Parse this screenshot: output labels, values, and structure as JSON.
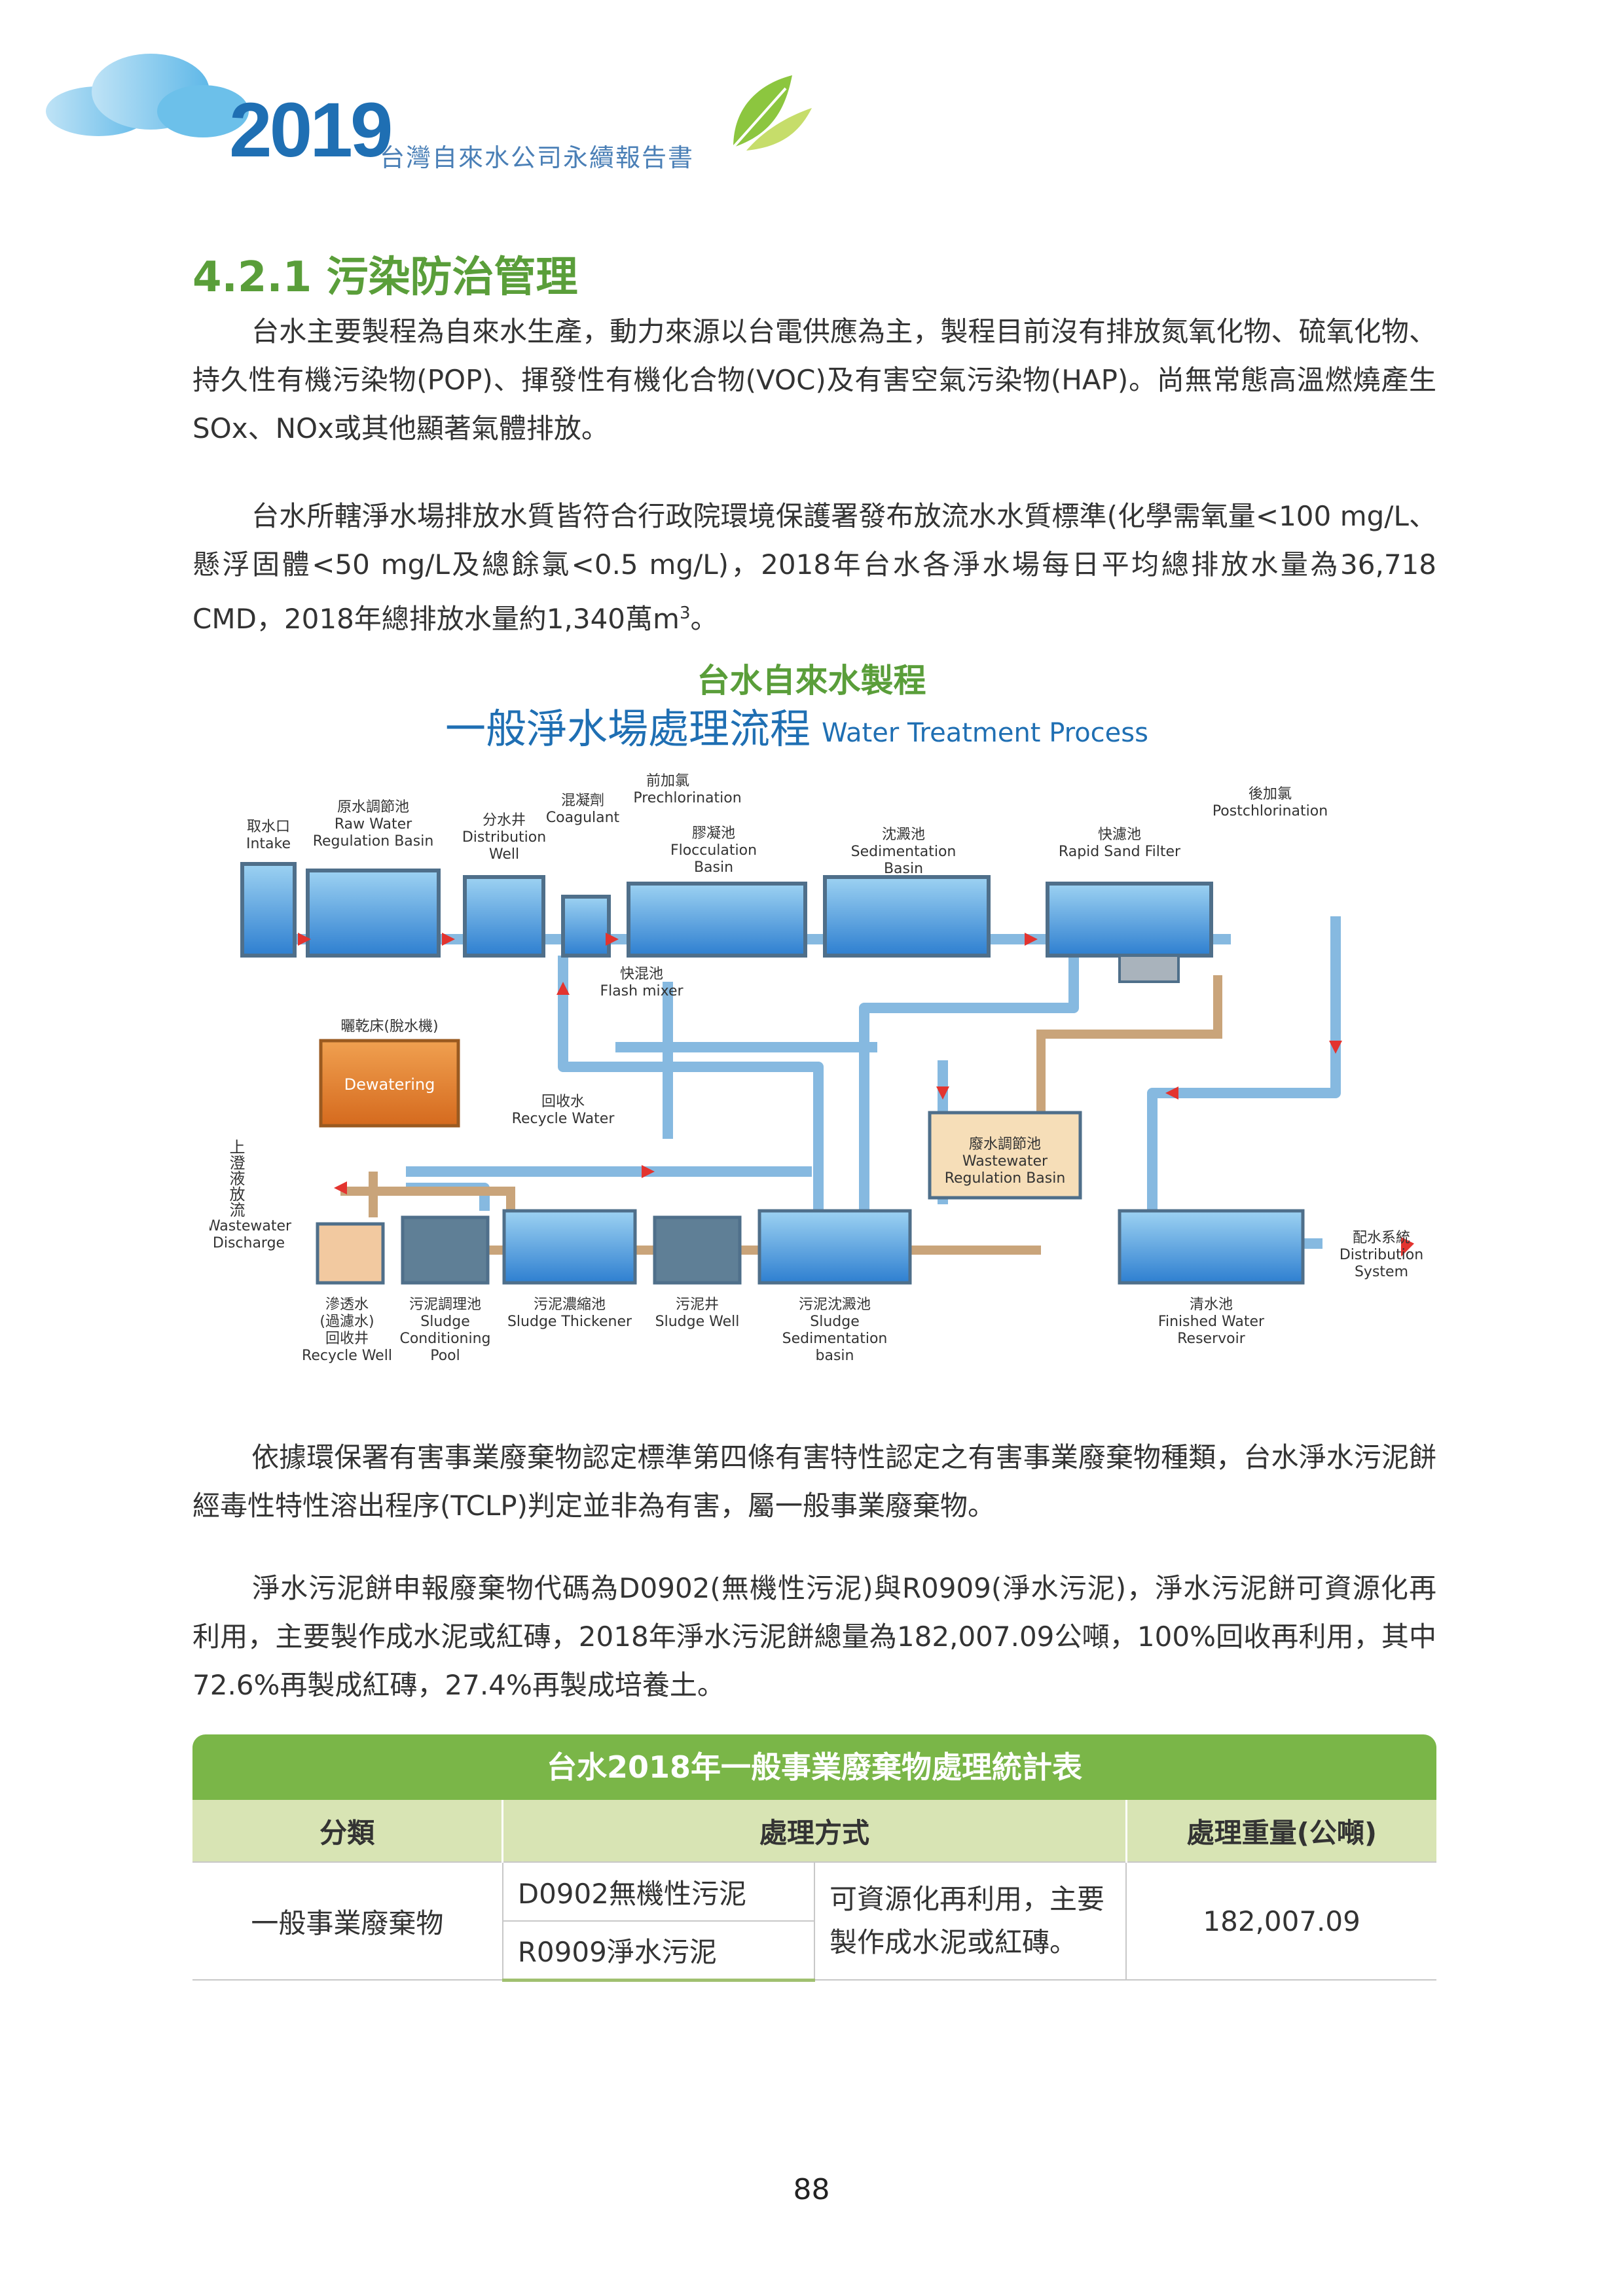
{
  "header": {
    "year": "2019",
    "subtitle": "台灣自來水公司永續報告書"
  },
  "section": {
    "title": "4.2.1 污染防治管理"
  },
  "paragraphs": {
    "p1": "台水主要製程為自來水生產，動力來源以台電供應為主，製程目前沒有排放氮氧化物、硫氧化物、持久性有機污染物(POP)、揮發性有機化合物(VOC)及有害空氣污染物(HAP)。尚無常態高溫燃燒產生SOx、NOx或其他顯著氣體排放。",
    "p2_main": "台水所轄淨水場排放水質皆符合行政院環境保護署發布放流水水質標準(化學需氧量<100 mg/L、懸浮固體<50 mg/L及總餘氯<0.5 mg/L)，2018年台水各淨水場每日平均總排放水量為36,718 CMD，2018年總排放水量約1,340萬m",
    "p2_sup": "3",
    "p2_end": "。",
    "p3": "依據環保署有害事業廢棄物認定標準第四條有害特性認定之有害事業廢棄物種類，台水淨水污泥餅經毒性特性溶出程序(TCLP)判定並非為有害，屬一般事業廢棄物。",
    "p4": "淨水污泥餅申報廢棄物代碼為D0902(無機性污泥)與R0909(淨水污泥)，淨水污泥餅可資源化再利用，主要製作成水泥或紅磚，2018年淨水污泥餅總量為182,007.09公噸，100%回收再利用，其中72.6%再製成紅磚，27.4%再製成培養土。"
  },
  "diagram": {
    "caption": "台水自來水製程",
    "title_zh": "一般淨水場處理流程",
    "title_en": "Water Treatment Process",
    "labels": {
      "intake_zh": "取水口",
      "intake_en": "Intake",
      "raw_zh": "原水調節池",
      "raw_en1": "Raw Water",
      "raw_en2": "Regulation Basin",
      "dist_zh": "分水井",
      "dist_en1": "Distribution",
      "dist_en2": "Well",
      "coag_zh": "混凝劑",
      "coag_en": "Coagulant",
      "prechl_zh": "前加氯",
      "prechl_en": "Prechlorination",
      "floc_zh": "膠凝池",
      "floc_en1": "Flocculation",
      "floc_en2": "Basin",
      "sed_zh": "沈澱池",
      "sed_en1": "Sedimentation",
      "sed_en2": "Basin",
      "rsf_zh": "快濾池",
      "rsf_en": "Rapid Sand Filter",
      "postchl_zh": "後加氯",
      "postchl_en": "Postchlorination",
      "flash_zh": "快混池",
      "flash_en": "Flash mixer",
      "dewat_zh": "曬乾床(脫水機)",
      "dewat_en": "Dewatering",
      "recycle_zh": "回收水",
      "recycle_en": "Recycle Water",
      "discharge_zh": "上澄液放流",
      "discharge_en1": "Wastewater",
      "discharge_en2": "Discharge",
      "wwreg_zh": "廢水調節池",
      "wwreg_en1": "Wastewater",
      "wwreg_en2": "Regulation Basin",
      "distsys_zh": "配水系統",
      "distsys_en1": "Distribution",
      "distsys_en2": "System",
      "rw_zh1": "滲透水",
      "rw_zh2": "(過濾水)",
      "rw_zh3": "回收井",
      "rw_en": "Recycle Well",
      "scp_zh": "污泥調理池",
      "scp_en1": "Sludge",
      "scp_en2": "Conditioning",
      "scp_en3": "Pool",
      "st_zh": "污泥濃縮池",
      "st_en": "Sludge Thickener",
      "sw_zh": "污泥井",
      "sw_en": "Sludge Well",
      "ssb_zh": "污泥沈澱池",
      "ssb_en1": "Sludge",
      "ssb_en2": "Sedimentation",
      "ssb_en3": "basin",
      "fwr_zh": "清水池",
      "fwr_en1": "Finished Water",
      "fwr_en2": "Reservoir"
    }
  },
  "table": {
    "title": "台水2018年一般事業廢棄物處理統計表",
    "headers": [
      "分類",
      "處理方式",
      "處理重量(公噸)"
    ],
    "category": "一般事業廢棄物",
    "method1": "D0902無機性污泥",
    "method2": "R0909淨水污泥",
    "usage": "可資源化再利用，主要製作成水泥或紅磚。",
    "weight": "182,007.09"
  },
  "page_number": "88",
  "colors": {
    "green": "#5a9e3a",
    "blue": "#1f6fb3",
    "water": "#3f8fd6",
    "pipe": "#86b9e0",
    "sludge": "#c9a47a",
    "orange": "#e0782a"
  }
}
